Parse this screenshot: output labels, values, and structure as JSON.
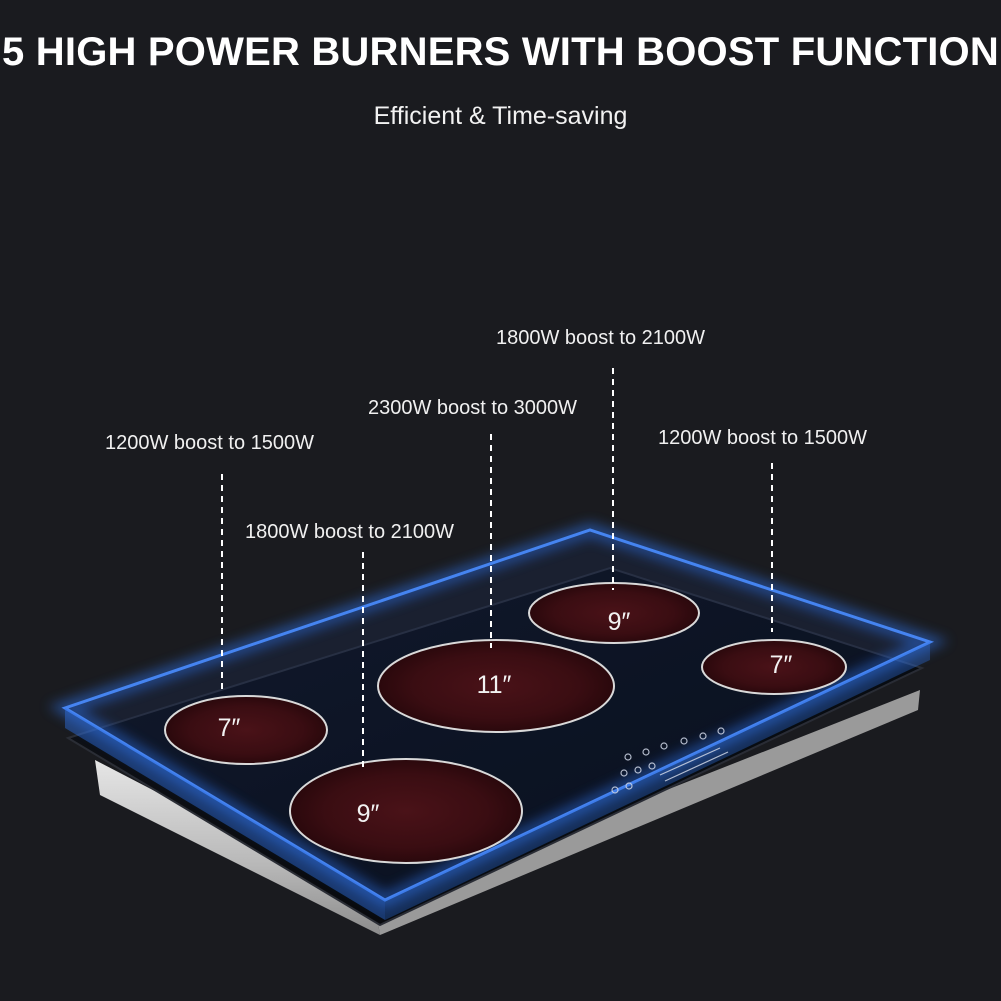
{
  "headline": "5 HIGH POWER BURNERS WITH BOOST FUNCTION",
  "subheadline": "Efficient & Time-saving",
  "burners": [
    {
      "id": "front-left",
      "size": "7″",
      "power": "1200W boost to 1500W"
    },
    {
      "id": "rear-left",
      "size": "9″",
      "power": "1800W boost to 2100W"
    },
    {
      "id": "center",
      "size": "11″",
      "power": "2300W boost to 3000W"
    },
    {
      "id": "rear-right",
      "size": "9″",
      "power": "1800W boost to 2100W"
    },
    {
      "id": "front-right",
      "size": "7″",
      "power": "1200W boost to 1500W"
    }
  ],
  "colors": {
    "background": "#1a1b1f",
    "glass_glow": "#2f6fe0",
    "burner_zone": "#3a0d12",
    "text": "#ffffff"
  }
}
